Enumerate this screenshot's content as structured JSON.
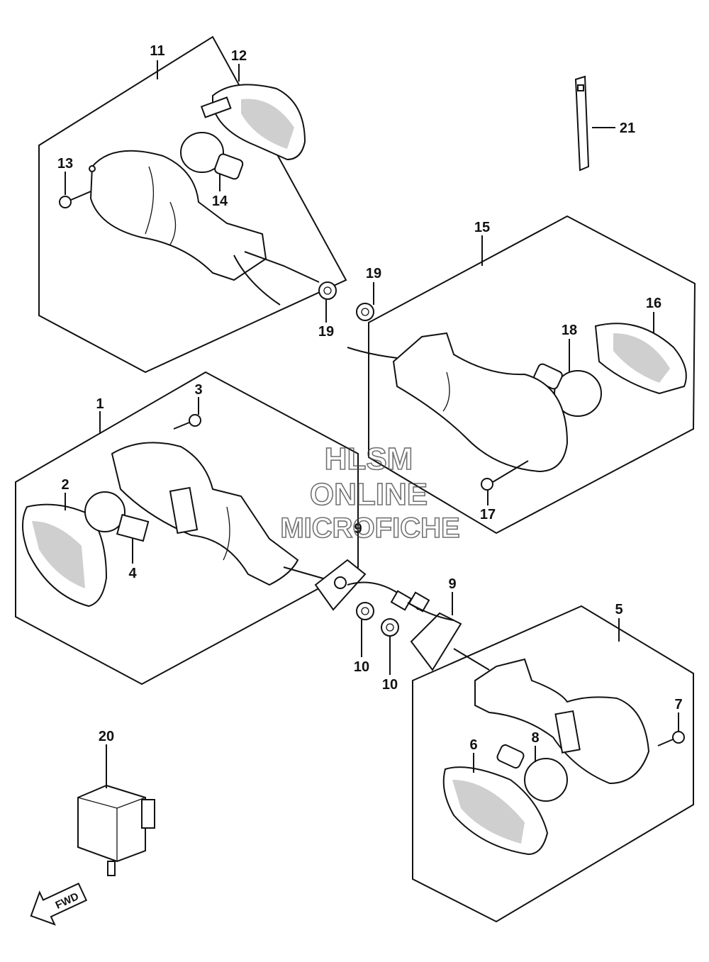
{
  "callouts": {
    "c1": "1",
    "c2": "2",
    "c3": "3",
    "c4": "4",
    "c5": "5",
    "c6": "6",
    "c7": "7",
    "c8": "8",
    "c9a": "9",
    "c9b": "9",
    "c10a": "10",
    "c10b": "10",
    "c11": "11",
    "c12": "12",
    "c13": "13",
    "c14": "14",
    "c15": "15",
    "c16": "16",
    "c17": "17",
    "c18": "18",
    "c19a": "19",
    "c19b": "19",
    "c20": "20",
    "c21": "21"
  },
  "watermark": {
    "line1": "HLSM",
    "line2": "ONLINE",
    "line3": "MICROFICHE"
  },
  "fwd_arrow": {
    "label": "FWD"
  }
}
